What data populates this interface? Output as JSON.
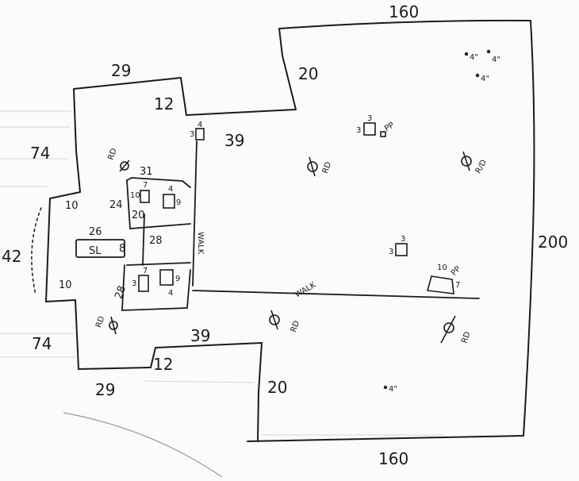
{
  "sketch": {
    "outer_dimensions": {
      "top": "160",
      "bottom": "160",
      "right": "200",
      "upper_notch": "20",
      "lower_notch": "20",
      "upper_span": "39",
      "lower_span": "39",
      "upper_step": "12",
      "lower_step": "12",
      "upper_wing_top": "29",
      "lower_wing_bottom": "29",
      "upper_wing_side": "74",
      "lower_wing_side": "74",
      "left_end": "42",
      "left_step_upper": "10",
      "left_step_lower": "10"
    },
    "inner": {
      "room_upper_top": "31",
      "room_upper_side": "24",
      "room_upper_bottom": "20",
      "room_middle": "28",
      "room_lower_side": "28",
      "bench_length": "26",
      "bench_label": "SL",
      "bench_end": "8",
      "walk_vertical": "WALK",
      "walk_horizontal": "WALK"
    },
    "equipment": {
      "box_top_room": "10",
      "box_top_room_b": "7",
      "box_top_room_c": "4",
      "box_top_room_d": "9",
      "box_low_room": "3",
      "box_low_room_b": "7",
      "box_low_room_c": "4",
      "box_low_room_d": "9",
      "mini_box_dims": "3",
      "mini_box_dims_b": "4",
      "center_box_a": "3",
      "center_box_b": "3",
      "center_box_pp": "PP",
      "mid_box_a": "3",
      "mid_box_b": "3",
      "right_box_a": "10",
      "right_box_pp": "PP",
      "right_box_b": "7"
    },
    "drains": {
      "label_rd": "RD",
      "label_rd_alt": "R/D"
    },
    "notes": {
      "dots_label": "4\""
    }
  }
}
